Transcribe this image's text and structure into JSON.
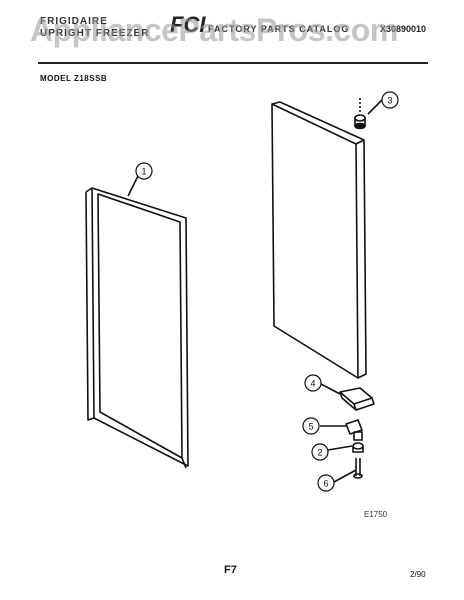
{
  "header": {
    "brand_line1": "FRIGIDAIRE",
    "brand_line2": "UPRIGHT FREEZER",
    "logo": "FCI",
    "catalog_title": "FACTORY PARTS CATALOG",
    "catalog_code": "X30890010"
  },
  "watermark": "AppliancePartsPros.com",
  "model": "MODEL Z18SSB",
  "callouts": [
    "1",
    "2",
    "3",
    "4",
    "5",
    "6"
  ],
  "figure_code": "E1750",
  "page_code": "F7",
  "date": "2/90"
}
